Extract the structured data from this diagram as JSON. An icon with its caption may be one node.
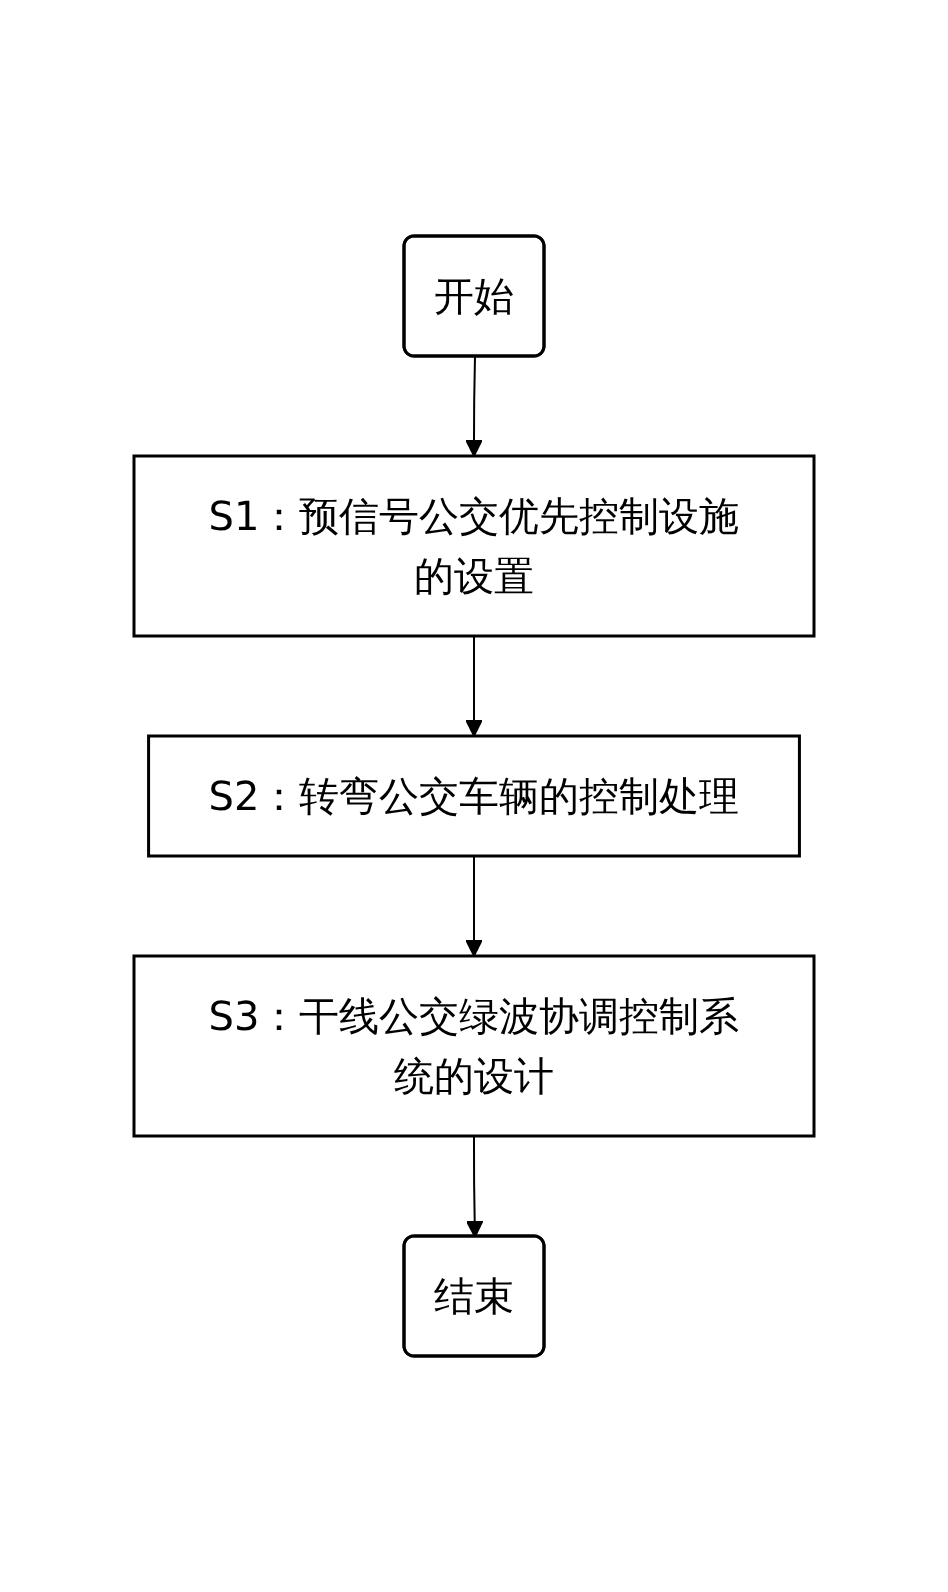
{
  "diagram": {
    "nodes": [
      {
        "text": [
          "开始"
        ]
      },
      {
        "text": [
          "S1：预信号公交优先控制设施的设置"
        ]
      },
      {
        "text": [
          "S2：转弯公交车辆的控制处理"
        ]
      },
      {
        "text": [
          "S3：干线公交绿波协调控制系统的设计"
        ]
      },
      {
        "text": [
          "结束"
        ]
      }
    ],
    "edges": [
      {
        "from": 0,
        "to": 1,
        "arrow": "to"
      },
      {
        "from": 1,
        "to": 2,
        "arrow": "to"
      },
      {
        "from": 2,
        "to": 3,
        "arrow": "to"
      },
      {
        "from": 3,
        "to": 4,
        "arrow": "to"
      }
    ]
  }
}
